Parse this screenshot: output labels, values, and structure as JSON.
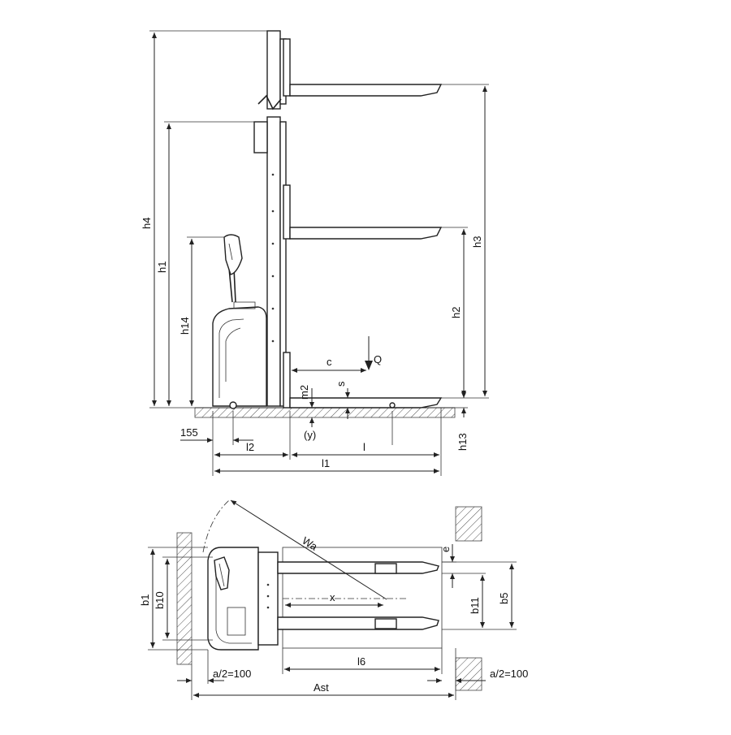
{
  "side_view": {
    "labels": {
      "h4": "h4",
      "h1": "h1",
      "h14": "h14",
      "h3": "h3",
      "h2": "h2",
      "h13": "h13",
      "c": "c",
      "Q": "Q",
      "m2": "m2",
      "s": "s",
      "y": "(y)",
      "rear_offset": "155",
      "l2": "l2",
      "l": "l",
      "l1": "l1"
    }
  },
  "top_view": {
    "labels": {
      "Wa": "Wa",
      "e": "e",
      "b1": "b1",
      "b10": "b10",
      "x": "x",
      "b11": "b11",
      "b5": "b5",
      "l6": "l6",
      "aisle_left": "a/2=100",
      "aisle_right": "a/2=100",
      "Ast": "Ast"
    }
  }
}
